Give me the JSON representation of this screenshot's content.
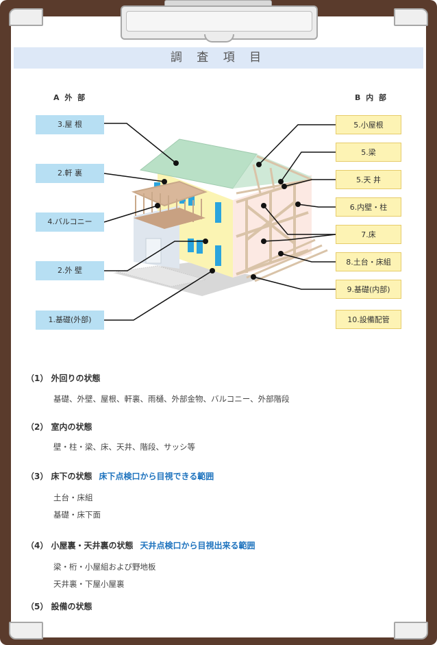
{
  "title": "調 査 項 目",
  "exterior": {
    "heading": "A 外 部",
    "labels": [
      "3.屋 根",
      "2.軒 裏",
      "4.バルコニー",
      "2.外 壁",
      "1.基礎(外部)"
    ]
  },
  "interior": {
    "heading": "B 内 部",
    "labels": [
      "5.小屋根",
      "5.梁",
      "5.天 井",
      "6.内壁・柱",
      "7.床",
      "8.土台・床組",
      "9.基礎(内部)",
      "10.設備配管"
    ]
  },
  "sections": [
    {
      "heading": "（1） 外回りの状態",
      "note": "",
      "items": [
        "基礎、外壁、屋根、軒裏、雨樋、外部金物、バルコニー、外部階段"
      ]
    },
    {
      "heading": "（2） 室内の状態",
      "note": "",
      "items": [
        "壁・柱・梁、床、天井、階段、サッシ等"
      ]
    },
    {
      "heading": "（3） 床下の状態",
      "note": "床下点検口から目視できる範囲",
      "items": [
        "土台・床組",
        "基礎・床下面"
      ]
    },
    {
      "heading": "（4） 小屋裏・天井裏の状態",
      "note": "天井点検口から目視出来る範囲",
      "items": [
        "梁・桁・小屋組および野地板",
        "天井裏・下屋小屋裏"
      ]
    },
    {
      "heading": "（5） 設備の状態",
      "note": "",
      "items": []
    }
  ],
  "colors": {
    "board": "#5a3b2c",
    "title_bg": "#dde8f7",
    "exterior_label": "#b7dff3",
    "interior_label": "#fdf3b4",
    "note": "#1e73be"
  }
}
